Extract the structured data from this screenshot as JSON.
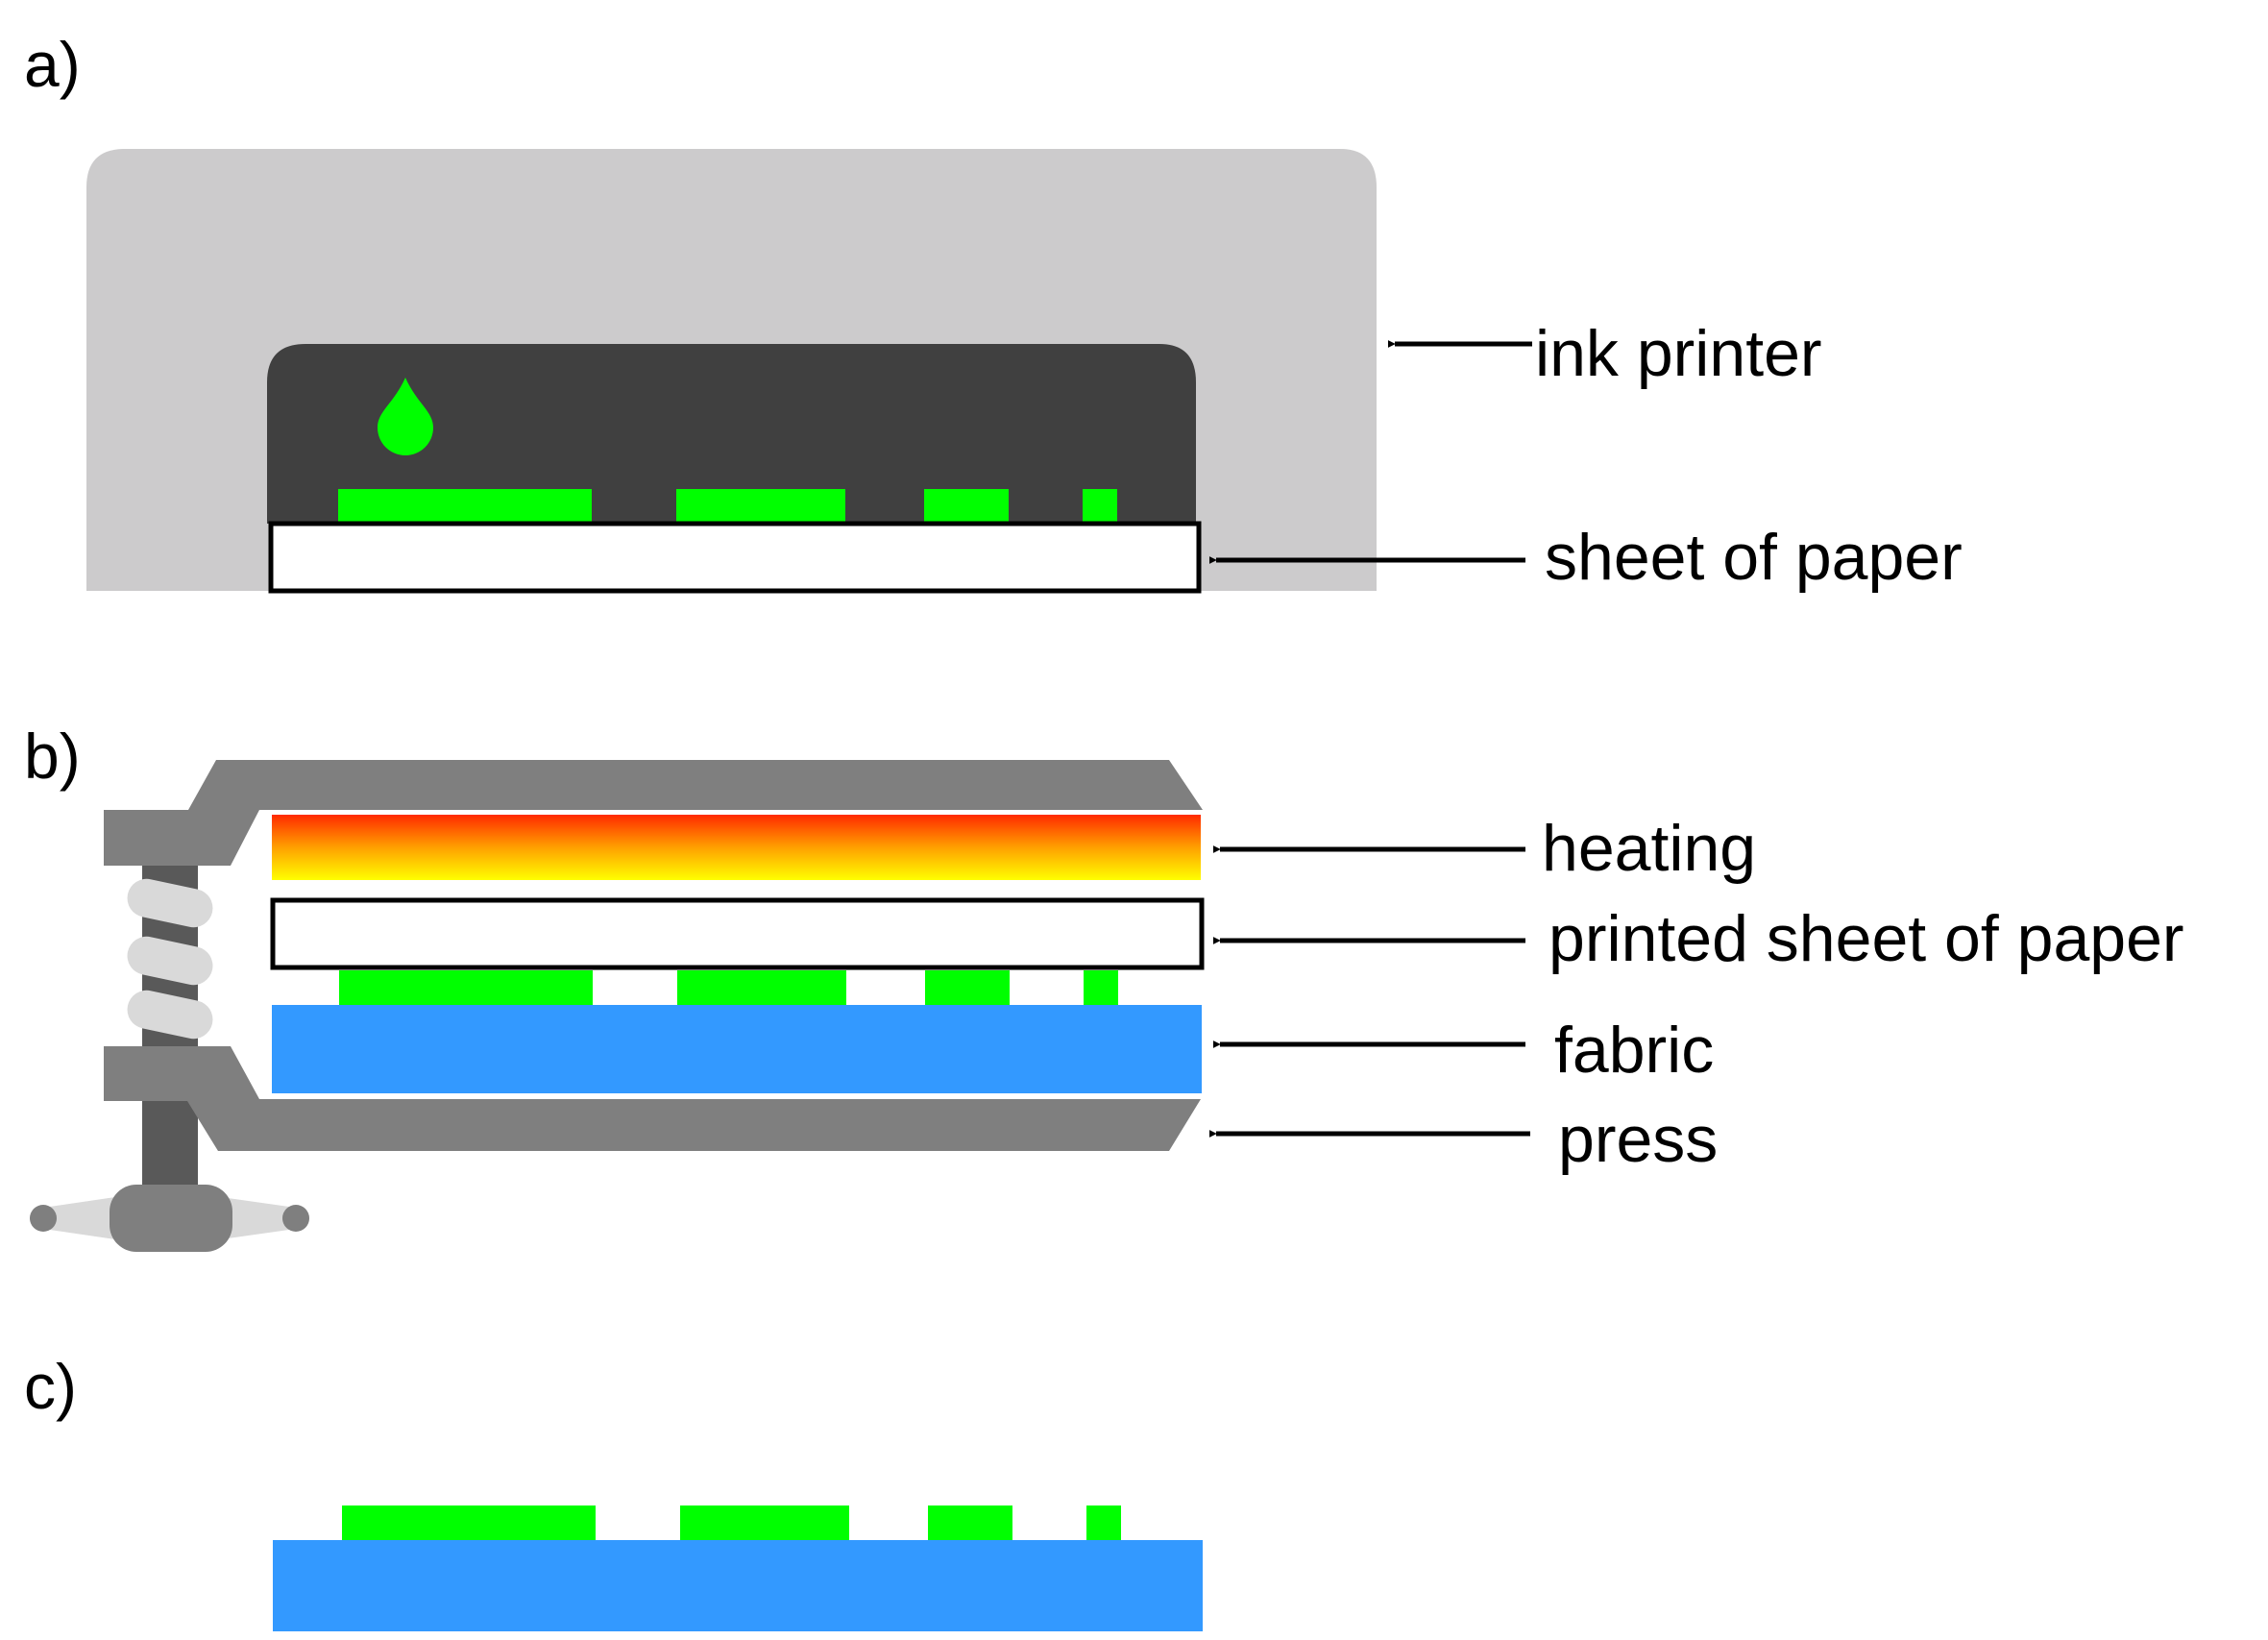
{
  "panels": {
    "a": {
      "letter": "a)"
    },
    "b": {
      "letter": "b)"
    },
    "c": {
      "letter": "c)"
    }
  },
  "labels": {
    "ink_printer": "ink printer",
    "sheet_of_paper": "sheet of paper",
    "heating": "heating",
    "printed_sheet_of_paper": "printed sheet of paper",
    "fabric": "fabric",
    "press": "press"
  },
  "colors": {
    "printer_body": "#cccbcc",
    "printer_slot": "#404040",
    "ink": "#00ff00",
    "paper": "#ffffff",
    "paper_outline": "#000000",
    "heating_top": "#ff2a00",
    "heating_mid": "#ffa000",
    "heating_bottom": "#ffff00",
    "fabric": "#3399ff",
    "press_frame": "#7f7f7f",
    "press_screw": "#595959",
    "press_spring": "#d9d9d9",
    "press_handle_bar": "#d9d9d9",
    "arrow": "#000000"
  },
  "icons": {
    "ink_drop": "ink-drop-icon",
    "spring": "spring-icon",
    "handle": "clamp-handle-icon"
  }
}
